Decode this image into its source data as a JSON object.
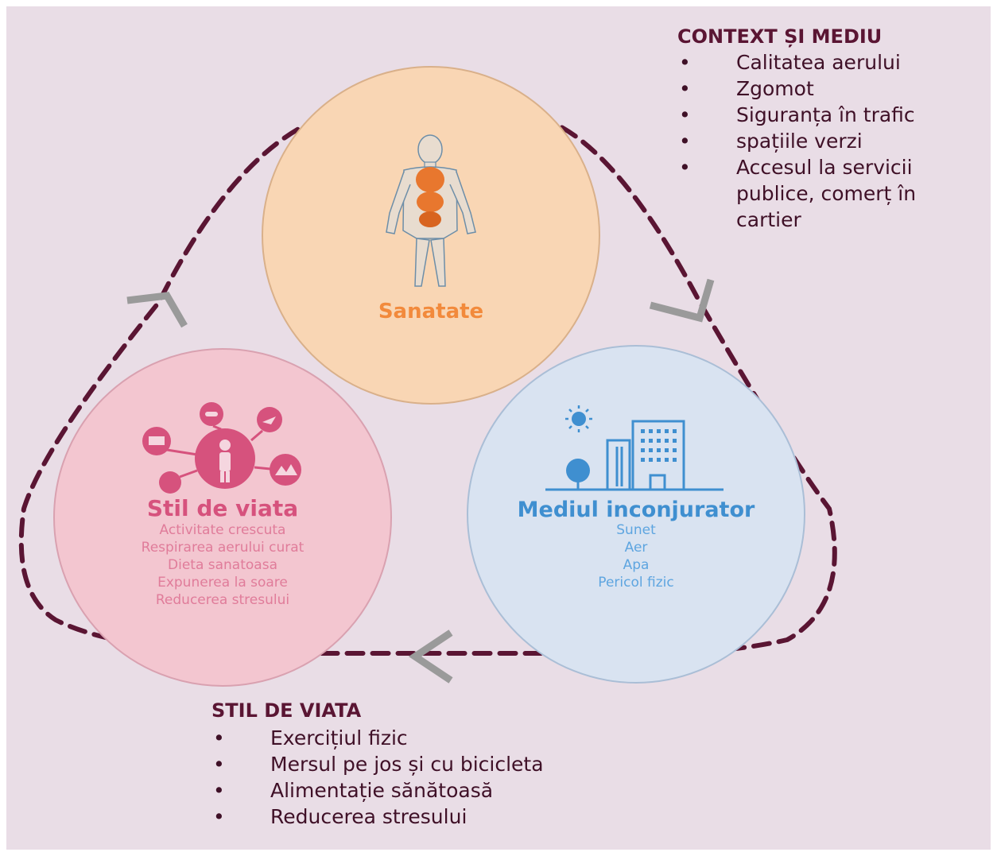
{
  "context": {
    "title": "CONTEXT ȘI MEDIU",
    "items": [
      "Calitatea aerului",
      "Zgomot",
      "Siguranța în trafic",
      "spațiile verzi",
      "Accesul la servicii publice, comerț în cartier"
    ]
  },
  "lifestyle": {
    "title": "STIL DE VIATA",
    "items": [
      "Exercițiul fizic",
      "Mersul pe jos și cu bicicleta",
      "Alimentație sănătoasă",
      "Reducerea stresului"
    ]
  },
  "circles": {
    "health": {
      "label": "Sanatate",
      "icon": "human-body-icon",
      "color": "#f28a3c"
    },
    "style": {
      "label": "Stil de viata",
      "icon": "person-activities-icon",
      "color": "#d6527d",
      "items": [
        "Activitate crescuta",
        "Respirarea aerului curat",
        "Dieta sanatoasa",
        "Expunerea la soare",
        "Reducerea stresului"
      ]
    },
    "environment": {
      "label": "Mediul inconjurator",
      "icon": "city-buildings-icon",
      "color": "#3f8fd0",
      "items": [
        "Sunet",
        "Aer",
        "Apa",
        "Pericol fizic"
      ]
    }
  },
  "colors": {
    "background": "#e9dde6",
    "dashed_loop": "#5a1533",
    "health_fill": "#f9d6b4",
    "style_fill": "#f3c6d0",
    "environment_fill": "#d9e3f1"
  }
}
